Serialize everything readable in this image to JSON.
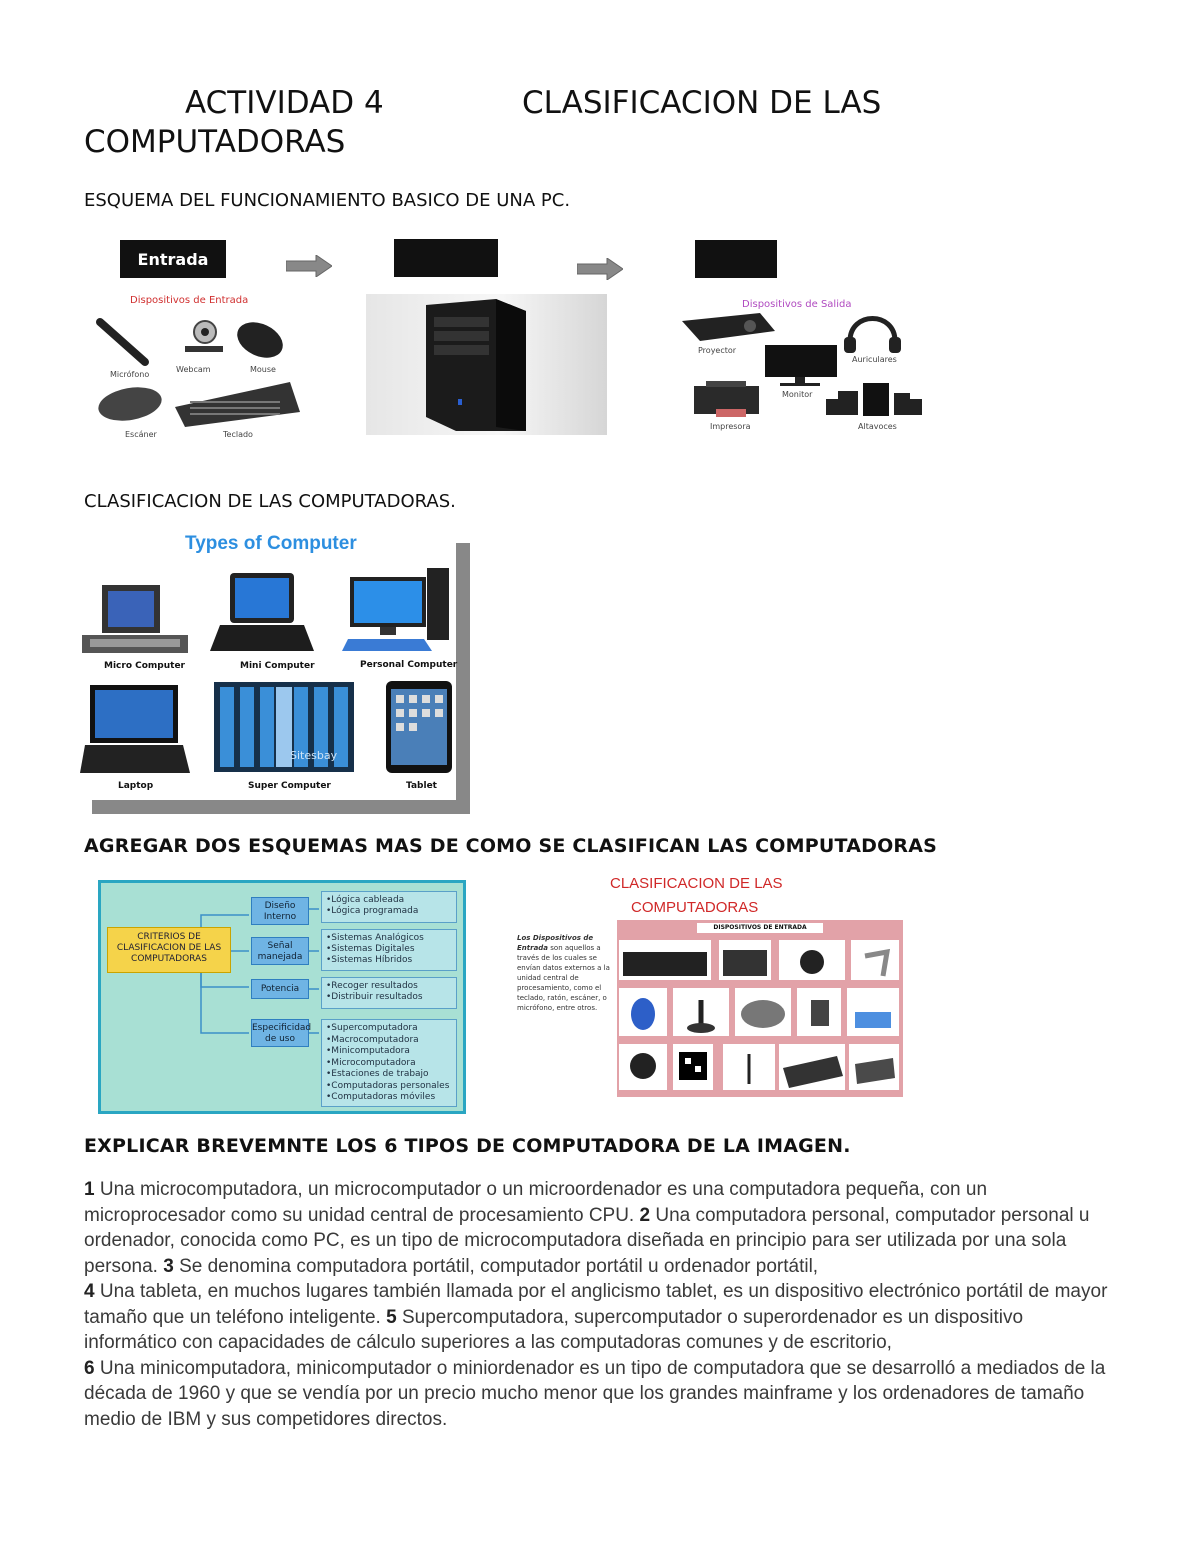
{
  "title": {
    "part1": "ACTIVIDAD 4",
    "part2": "CLASIFICACION DE LAS",
    "part3": "COMPUTADORAS"
  },
  "scheme_heading": "ESQUEMA DEL FUNCIONAMIENTO BASICO DE UNA PC.",
  "flow": {
    "entrada_label": "Entrada",
    "input_caption": "Dispositivos de Entrada",
    "input_devices": [
      "Micrófono",
      "Webcam",
      "Mouse",
      "Escáner",
      "Teclado"
    ],
    "output_caption": "Dispositivos de Salida",
    "output_devices": [
      "Proyector",
      "Auriculares",
      "Monitor",
      "Impresora",
      "Altavoces"
    ]
  },
  "classification_heading": "CLASIFICACION DE LAS COMPUTADORAS.",
  "types_image": {
    "title": "Types of Computer",
    "items": [
      "Micro Computer",
      "Mini Computer",
      "Personal Computer",
      "Laptop",
      "Super Computer",
      "Tablet"
    ],
    "watermark": "Sitesbay"
  },
  "add_heading": "AGREGAR DOS ESQUEMAS MAS DE COMO SE CLASIFICAN LAS COMPUTADORAS",
  "criteria_diagram": {
    "center": "CRITERIOS DE CLASIFICACION DE LAS COMPUTADORAS",
    "branches": [
      {
        "label": "Diseño Interno",
        "items": [
          "•Lógica cableada",
          "•Lógica programada"
        ]
      },
      {
        "label": "Señal manejada",
        "items": [
          "•Sistemas Analógicos",
          "•Sistemas Digitales",
          "•Sistemas Híbridos"
        ]
      },
      {
        "label": "Potencia",
        "items": [
          "•Recoger resultados",
          "•Distribuir resultados"
        ]
      },
      {
        "label": "Especificidad de uso",
        "items": [
          "•Supercomputadora",
          "•Macrocomputadora",
          "•Minicomputadora",
          "•Microcomputadora",
          "•Estaciones de trabajo",
          "•Computadoras personales",
          "•Computadoras móviles"
        ]
      }
    ]
  },
  "poster": {
    "title_line1": "CLASIFICACION DE LAS",
    "title_line2": "COMPUTADORAS",
    "banner": "DISPOSITIVOS DE ENTRADA",
    "side_title": "Los Dispositivos de Entrada",
    "side_text": "son aquellos a través de los cuales se envían datos externos a la unidad central de procesamiento, como el teclado, ratón, escáner, o micrófono, entre otros."
  },
  "explain_heading": "EXPLICAR BREVEMNTE LOS 6 TIPOS DE COMPUTADORA DE LA IMAGEN.",
  "paragraphs": [
    {
      "n": "1",
      "text": " Una microcomputadora, un microcomputador o un microordenador es una computadora pequeña, con un microprocesador como su unidad central de procesamiento CPU. "
    },
    {
      "n": "2",
      "text": " Una computadora personal, computador personal u ordenador, conocida como PC, es un tipo de microcomputadora diseñada en principio para ser utilizada por una sola persona. "
    },
    {
      "n": "3",
      "text": " Se denomina computadora portátil, computador portátil u ordenador portátil, "
    },
    {
      "n": "4",
      "text": " Una tableta, en muchos lugares también llamada por el anglicismo tablet,  es un dispositivo electrónico portátil de mayor tamaño que un teléfono inteligente. "
    },
    {
      "n": "5",
      "text": " Supercomputadora, supercomputador o superordenador es un dispositivo informático con capacidades de cálculo superiores a las computadoras comunes y de escritorio, "
    },
    {
      "n": "6",
      "text": " Una minicomputadora, minicomputador o miniordenador es un tipo de computadora que se desarrolló a mediados de la década de 1960 y que se vendía por un precio mucho menor que los grandes mainframe y los ordenadores de tamaño medio de IBM y sus competidores directos."
    }
  ]
}
